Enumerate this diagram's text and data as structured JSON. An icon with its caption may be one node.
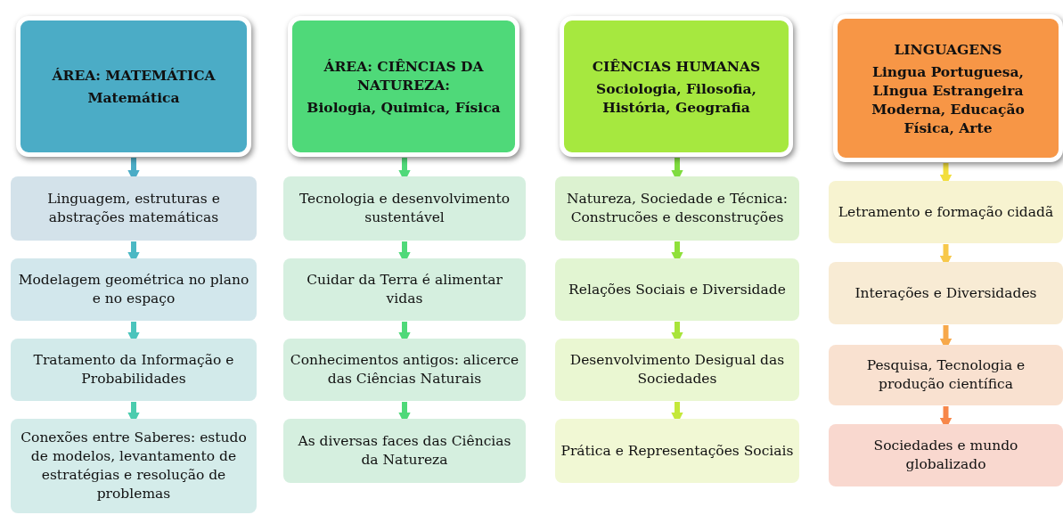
{
  "diagram": {
    "nodes": [
      {
        "text": [
          "ÁREA: MATEMÁTICA",
          "Matemática"
        ]
      },
      {
        "text": [
          "Linguagem, estruturas e abstrações matemáticas"
        ]
      },
      {
        "text": [
          "Modelagem geométrica no plano e no espaço"
        ]
      },
      {
        "text": [
          "Tratamento da Informação e Probabilidades"
        ]
      },
      {
        "text": [
          "Conexões entre Saberes: estudo de modelos, levantamento de estratégias e resolução de problemas"
        ]
      },
      {
        "text": [
          "ÁREA: CIÊNCIAS DA NATUREZA:",
          "Biologia, Quimica, Física"
        ]
      },
      {
        "text": [
          "Tecnologia e desenvolvimento sustentável"
        ]
      },
      {
        "text": [
          "Cuidar da Terra é alimentar vidas"
        ]
      },
      {
        "text": [
          "Conhecimentos antigos: alicerce das Ciências Naturais"
        ]
      },
      {
        "text": [
          "As diversas faces das Ciências da Natureza"
        ]
      },
      {
        "text": [
          "CIÊNCIAS HUMANAS",
          "Sociologia, Filosofia, História, Geografia"
        ]
      },
      {
        "text": [
          "Natureza, Sociedade e Técnica: Construcões e desconstruções"
        ]
      },
      {
        "text": [
          "Relações Sociais e Diversidade"
        ]
      },
      {
        "text": [
          "Desenvolvimento Desigual das Sociedades"
        ]
      },
      {
        "text": [
          "Prática e Representações Sociais"
        ]
      },
      {
        "text": [
          "LINGUAGENS",
          "Lingua Portuguesa, LIngua Estrangeira Moderna, Educação Física, Arte"
        ]
      },
      {
        "text": [
          "Letramento e formação cidadã"
        ]
      },
      {
        "text": [
          "Interações e Diversidades"
        ]
      },
      {
        "text": [
          "Pesquisa, Tecnologia e produção científica"
        ]
      },
      {
        "text": [
          "Sociedades e mundo globalizado"
        ]
      }
    ],
    "edges": [
      {
        "from": 0,
        "to": 1,
        "arrow": "to",
        "color": "#4bacc6"
      },
      {
        "from": 1,
        "to": 2,
        "arrow": "to",
        "color": "#4bb8c4"
      },
      {
        "from": 2,
        "to": 3,
        "arrow": "to",
        "color": "#4bc4bc"
      },
      {
        "from": 3,
        "to": 4,
        "arrow": "to",
        "color": "#4bccae"
      },
      {
        "from": 5,
        "to": 6,
        "arrow": "to",
        "color": "#4fd979"
      },
      {
        "from": 6,
        "to": 7,
        "arrow": "to",
        "color": "#4fd979"
      },
      {
        "from": 7,
        "to": 8,
        "arrow": "to",
        "color": "#4fd979"
      },
      {
        "from": 8,
        "to": 9,
        "arrow": "to",
        "color": "#4fd979"
      },
      {
        "from": 10,
        "to": 11,
        "arrow": "to",
        "color": "#7fdc3f"
      },
      {
        "from": 11,
        "to": 12,
        "arrow": "to",
        "color": "#8fe03a"
      },
      {
        "from": 12,
        "to": 13,
        "arrow": "to",
        "color": "#a8e43a"
      },
      {
        "from": 13,
        "to": 14,
        "arrow": "to",
        "color": "#c4e83a"
      },
      {
        "from": 15,
        "to": 16,
        "arrow": "to",
        "color": "#f2de3c"
      },
      {
        "from": 16,
        "to": 17,
        "arrow": "to",
        "color": "#f7c84a"
      },
      {
        "from": 17,
        "to": 18,
        "arrow": "to",
        "color": "#f7a84a"
      },
      {
        "from": 18,
        "to": 19,
        "arrow": "to",
        "color": "#f7874a"
      }
    ]
  }
}
